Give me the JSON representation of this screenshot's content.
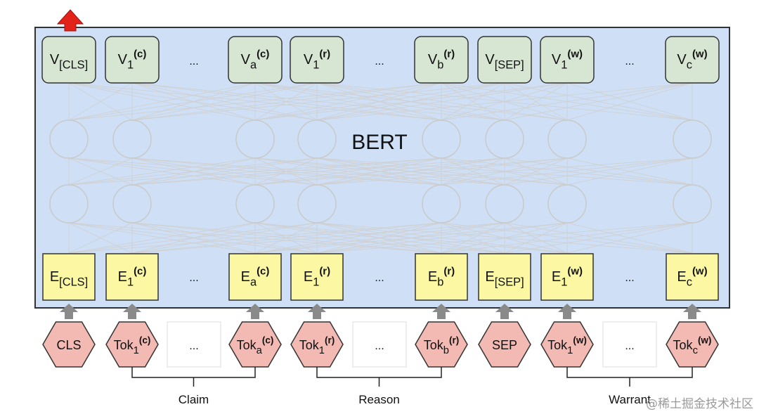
{
  "title": "BERT",
  "colors": {
    "background_box": "#cfe0f6",
    "box_border": "#333333",
    "output_fill": "#d6e6d2",
    "embedding_fill": "#fbf7a3",
    "token_fill": "#f3b9b3",
    "arrow_up_out": "#e2231a",
    "arrow_gray": "#8a8a8a",
    "network_line": "#cfcfcf"
  },
  "outputs": [
    {
      "base": "V",
      "sub": "[CLS]",
      "sup": ""
    },
    {
      "base": "V",
      "sub": "1",
      "sup": "(c)"
    },
    {
      "ellipsis": "..."
    },
    {
      "base": "V",
      "sub": "a",
      "sup": "(c)"
    },
    {
      "base": "V",
      "sub": "1",
      "sup": "(r)"
    },
    {
      "ellipsis": "..."
    },
    {
      "base": "V",
      "sub": "b",
      "sup": "(r)"
    },
    {
      "base": "V",
      "sub": "[SEP]",
      "sup": ""
    },
    {
      "base": "V",
      "sub": "1",
      "sup": "(w)"
    },
    {
      "ellipsis": "..."
    },
    {
      "base": "V",
      "sub": "c",
      "sup": "(w)"
    }
  ],
  "embeddings": [
    {
      "base": "E",
      "sub": "[CLS]",
      "sup": ""
    },
    {
      "base": "E",
      "sub": "1",
      "sup": "(c)"
    },
    {
      "ellipsis": "..."
    },
    {
      "base": "E",
      "sub": "a",
      "sup": "(c)"
    },
    {
      "base": "E",
      "sub": "1",
      "sup": "(r)"
    },
    {
      "ellipsis": "..."
    },
    {
      "base": "E",
      "sub": "b",
      "sup": "(r)"
    },
    {
      "base": "E",
      "sub": "[SEP]",
      "sup": ""
    },
    {
      "base": "E",
      "sub": "1",
      "sup": "(w)"
    },
    {
      "ellipsis": "..."
    },
    {
      "base": "E",
      "sub": "c",
      "sup": "(w)"
    }
  ],
  "tokens": [
    {
      "base": "CLS",
      "sub": "",
      "sup": ""
    },
    {
      "base": "Tok",
      "sub": "1",
      "sup": "(c)"
    },
    {
      "ellipsis": "..."
    },
    {
      "base": "Tok",
      "sub": "a",
      "sup": "(c)"
    },
    {
      "base": "Tok",
      "sub": "1",
      "sup": "(r)"
    },
    {
      "ellipsis": "..."
    },
    {
      "base": "Tok",
      "sub": "b",
      "sup": "(r)"
    },
    {
      "base": "SEP",
      "sub": "",
      "sup": ""
    },
    {
      "base": "Tok",
      "sub": "1",
      "sup": "(w)"
    },
    {
      "ellipsis": "..."
    },
    {
      "base": "Tok",
      "sub": "c",
      "sup": "(w)"
    }
  ],
  "segments": [
    {
      "label": "Claim",
      "from": 1,
      "to": 3
    },
    {
      "label": "Reason",
      "from": 4,
      "to": 6
    },
    {
      "label": "Warrant",
      "from": 8,
      "to": 10
    }
  ],
  "watermark": "@稀土掘金技术社区"
}
